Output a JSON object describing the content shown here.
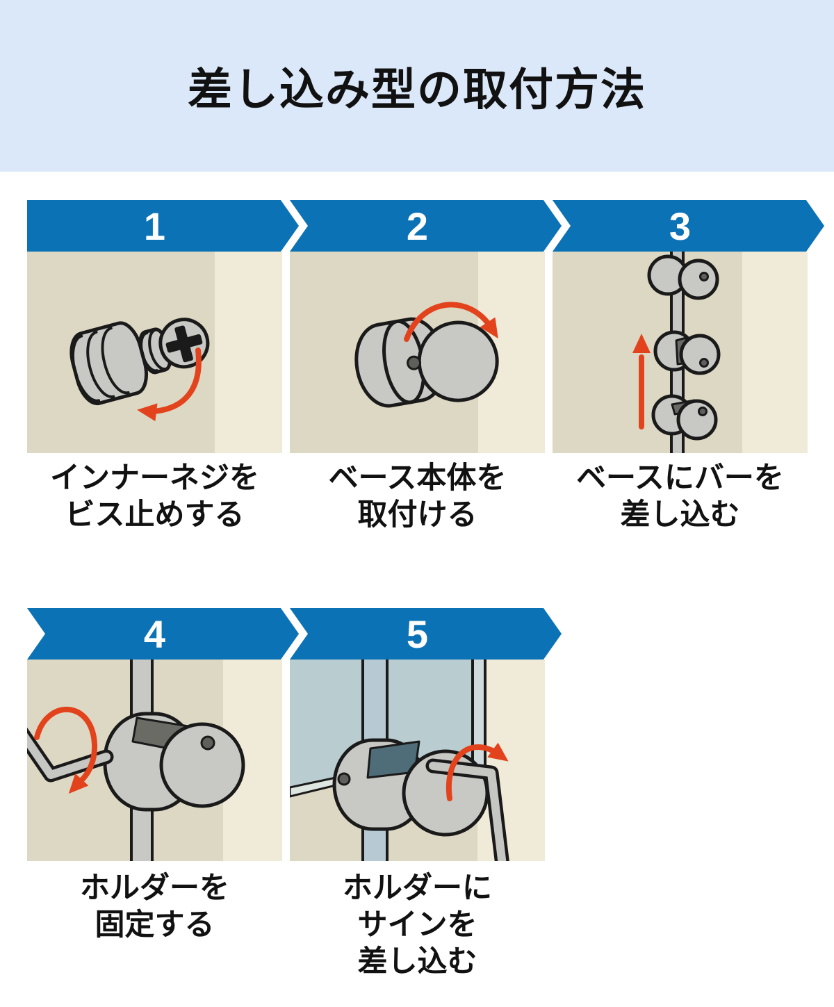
{
  "title": "差し込み型の取付方法",
  "colors": {
    "banner_blue": "#0b72b5",
    "title_bg": "#dbe8f9",
    "bg_dark_beige": "#ddd8c3",
    "bg_light_beige": "#f0ebd9",
    "arrow_orange": "#e2431c",
    "metal_gray": "#c8c9c5",
    "metal_dark": "#6b6b66",
    "glass_teal": "#b9cdd1",
    "glass_dark": "#4f6d78",
    "bar_blue_gray": "#b7c9d2",
    "glass_edge": "#cfdadc",
    "text_ink": "#111111"
  },
  "steps": [
    {
      "number": "1",
      "caption_lines": [
        "インナーネジを",
        "ビス止めする"
      ]
    },
    {
      "number": "2",
      "caption_lines": [
        "ベース本体を",
        "取付ける"
      ]
    },
    {
      "number": "3",
      "caption_lines": [
        "ベースにバーを",
        "差し込む"
      ]
    },
    {
      "number": "4",
      "caption_lines": [
        "ホルダーを",
        "固定する"
      ]
    },
    {
      "number": "5",
      "caption_lines": [
        "ホルダーに",
        "サインを",
        "差し込む"
      ]
    }
  ]
}
